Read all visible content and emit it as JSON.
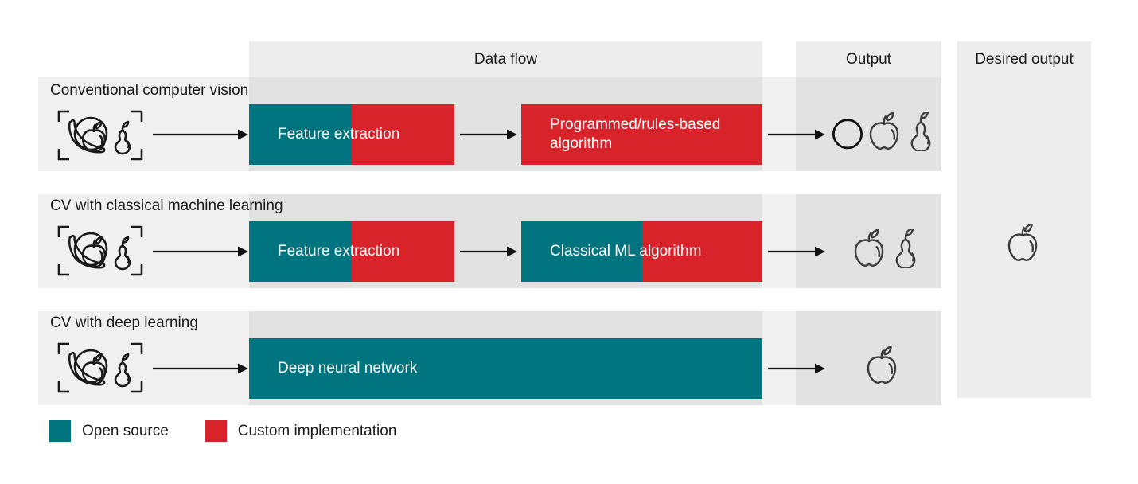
{
  "colors": {
    "teal": "#00757f",
    "red": "#d8232a",
    "band_light": "#f0f0f0",
    "band_header": "#ededed",
    "band_column": "#e2e2e2",
    "page_bg": "#ffffff",
    "text": "#1a1a1a",
    "icon_stroke": "#3c3c3c",
    "arrow": "#111111"
  },
  "headers": {
    "data_flow": "Data flow",
    "output": "Output",
    "desired_output": "Desired output"
  },
  "rows": [
    {
      "label": "Conventional computer vision",
      "input_icon": "fruit-bracket-icon",
      "boxes": [
        {
          "label": "Feature extraction",
          "fills": [
            {
              "color": "teal",
              "fraction": 0.5
            },
            {
              "color": "red",
              "fraction": 0.5
            }
          ]
        },
        {
          "label": "Programmed/rules-based algorithm",
          "fills": [
            {
              "color": "red",
              "fraction": 1.0
            }
          ]
        }
      ],
      "output_icons": [
        "circle-icon",
        "apple-icon",
        "pear-icon"
      ]
    },
    {
      "label": "CV with classical machine learning",
      "input_icon": "fruit-bracket-icon",
      "boxes": [
        {
          "label": "Feature extraction",
          "fills": [
            {
              "color": "teal",
              "fraction": 0.5
            },
            {
              "color": "red",
              "fraction": 0.5
            }
          ]
        },
        {
          "label": "Classical ML algorithm",
          "fills": [
            {
              "color": "teal",
              "fraction": 0.5
            },
            {
              "color": "red",
              "fraction": 0.5
            }
          ]
        }
      ],
      "output_icons": [
        "apple-icon",
        "pear-icon"
      ]
    },
    {
      "label": "CV with deep learning",
      "input_icon": "fruit-bracket-icon",
      "boxes": [
        {
          "label": "Deep neural network",
          "fills": [
            {
              "color": "teal",
              "fraction": 1.0
            }
          ]
        }
      ],
      "output_icons": [
        "apple-icon"
      ]
    }
  ],
  "desired_output": {
    "icon": "apple-icon"
  },
  "legend": [
    {
      "label": "Open source",
      "color": "teal"
    },
    {
      "label": "Custom implementation",
      "color": "red"
    }
  ]
}
